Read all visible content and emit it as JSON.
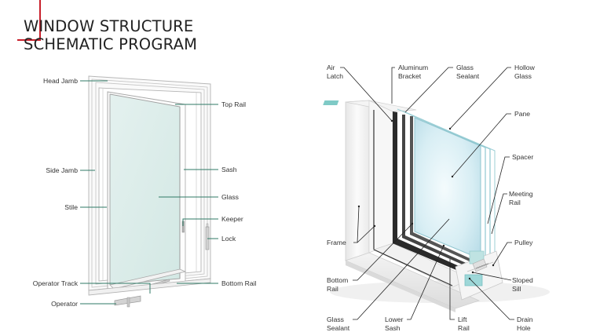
{
  "title": {
    "line1": "WINDOW STRUCTURE",
    "line2": "SCHEMATIC PROGRAM",
    "accent_color": "#c8202b"
  },
  "casement_diagram": {
    "leader_color": "#2f7a66",
    "labels": {
      "head_jamb": "Head Jamb",
      "side_jamb": "Side Jamb",
      "stile": "Stile",
      "operator_track": "Operator Track",
      "operator": "Operator",
      "top_rail": "Top Rail",
      "sash": "Sash",
      "glass": "Glass",
      "keeper": "Keeper",
      "lock": "Lock",
      "bottom_rail": "Bottom Rail"
    }
  },
  "section_diagram": {
    "leader_color": "#222222",
    "labels": {
      "air_latch": [
        "Air",
        "Latch"
      ],
      "aluminum_bracket": [
        "Aluminum",
        "Bracket"
      ],
      "glass_sealant_top": [
        "Glass",
        "Sealant"
      ],
      "hollow_glass": [
        "Hollow",
        "Glass"
      ],
      "pane": [
        "Pane"
      ],
      "spacer": [
        "Spacer"
      ],
      "meeting_rail": [
        "Meeting",
        "Rail"
      ],
      "pulley": [
        "Pulley"
      ],
      "sloped_sill": [
        "Sloped",
        "Sill"
      ],
      "drain_hole": [
        "Drain",
        "Hole"
      ],
      "lift_rail": [
        "Lift",
        "Rail"
      ],
      "lower_sash": [
        "Lower",
        "Sash"
      ],
      "glass_sealant_bottom": [
        "Glass",
        "Sealant"
      ],
      "bottom_rail": [
        "Bottom",
        "Rail"
      ],
      "frame": [
        "Frame"
      ]
    }
  }
}
